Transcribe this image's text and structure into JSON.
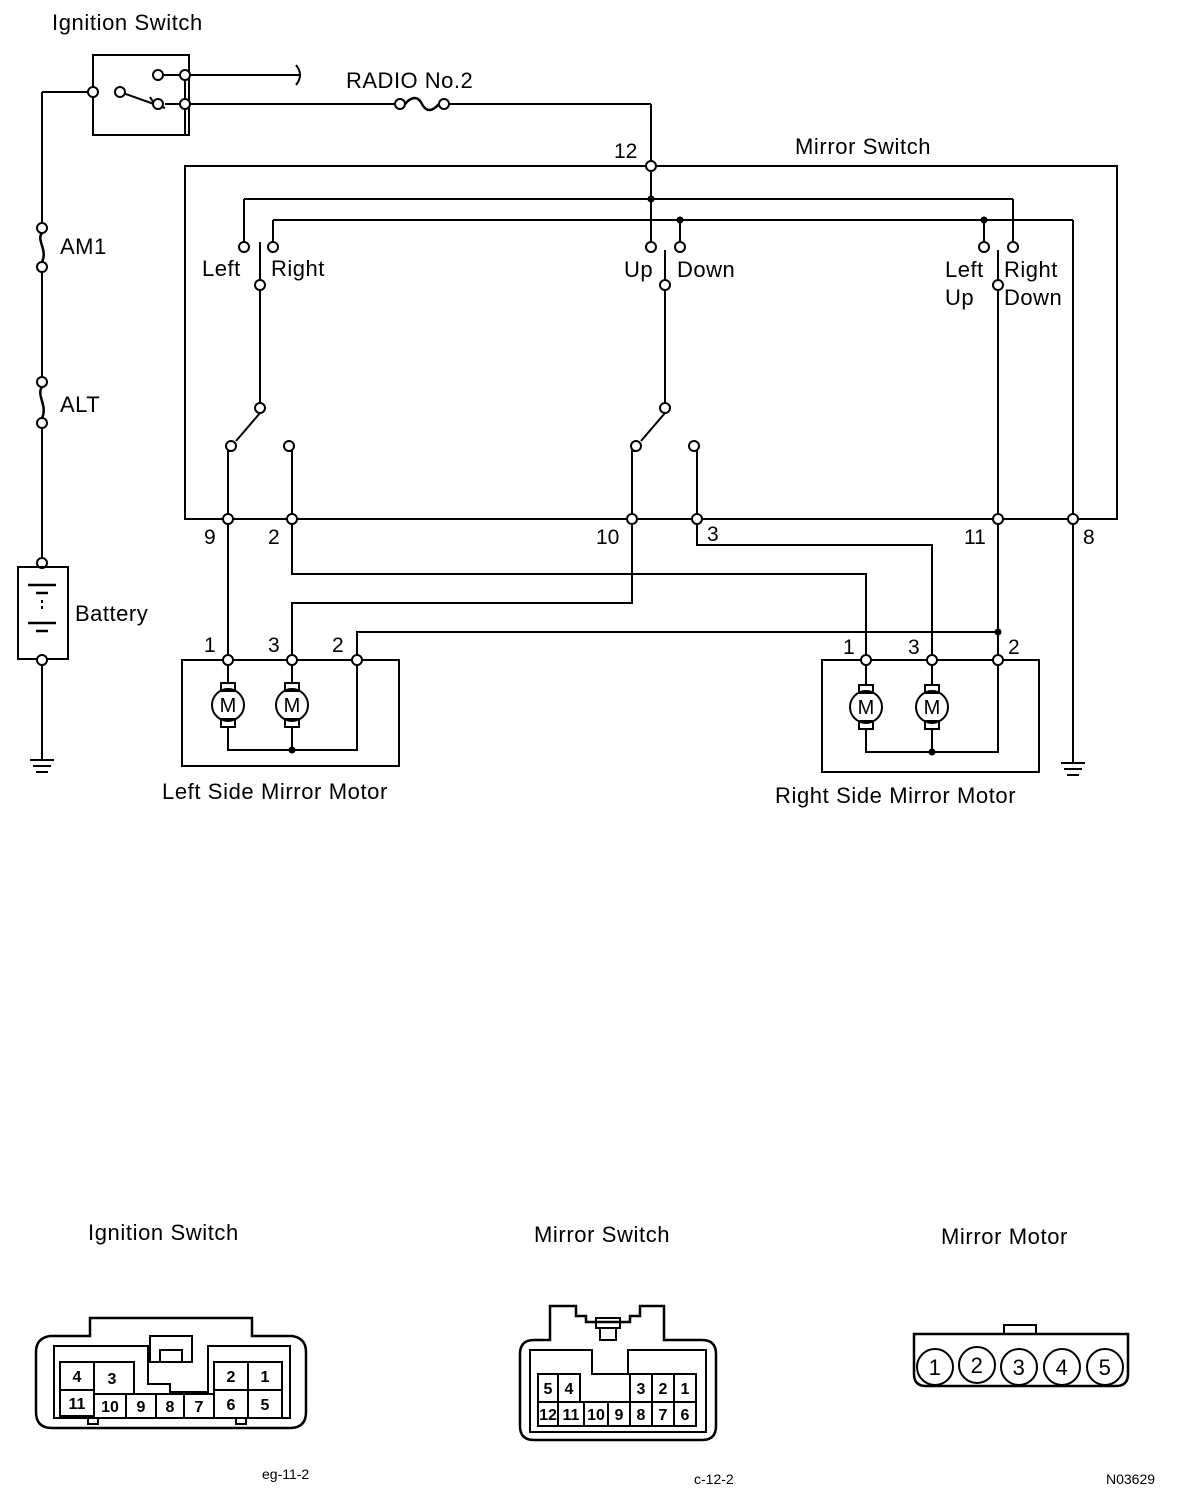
{
  "labels": {
    "ignition_switch": "Ignition Switch",
    "radio_fuse": "RADIO No.2",
    "am1_fuse": "AM1",
    "alt_fuse": "ALT",
    "battery": "Battery",
    "mirror_switch": "Mirror Switch",
    "left": "Left",
    "right": "Right",
    "up": "Up",
    "down": "Down",
    "left_up_1": "Left",
    "left_up_2": "Up",
    "right_down_1": "Right",
    "right_down_2": "Down",
    "left_mirror_motor": "Left Side Mirror Motor",
    "right_mirror_motor": "Right Side Mirror Motor",
    "motor_symbol": "M"
  },
  "switch_pins": {
    "p12": "12",
    "p9": "9",
    "p2": "2",
    "p10": "10",
    "p3": "3",
    "p11": "11",
    "p8": "8"
  },
  "motor_pins": {
    "l1": "1",
    "l3": "3",
    "l2": "2",
    "r1": "1",
    "r3": "3",
    "r2": "2"
  },
  "connectors": {
    "ignition": {
      "title": "Ignition Switch",
      "code": "eg-11-2",
      "pins": [
        "4",
        "3",
        "2",
        "1",
        "11",
        "10",
        "9",
        "8",
        "7",
        "6",
        "5"
      ]
    },
    "mirror_switch": {
      "title": "Mirror Switch",
      "code": "c-12-2",
      "pins": [
        "5",
        "4",
        "3",
        "2",
        "1",
        "12",
        "11",
        "10",
        "9",
        "8",
        "7",
        "6"
      ]
    },
    "mirror_motor": {
      "title": "Mirror Motor",
      "pins": [
        "1",
        "2",
        "3",
        "4",
        "5"
      ]
    }
  },
  "figure_code": "N03629"
}
